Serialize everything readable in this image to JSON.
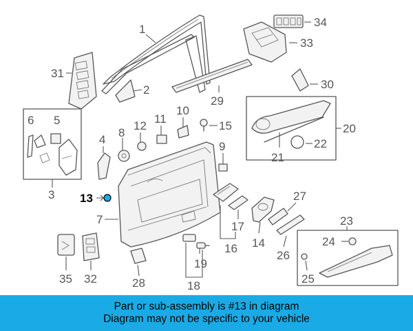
{
  "callouts": {
    "c1": "1",
    "c2": "2",
    "c3": "3",
    "c4": "4",
    "c5": "5",
    "c6": "6",
    "c7": "7",
    "c8": "8",
    "c9": "9",
    "c10": "10",
    "c11": "11",
    "c12": "12",
    "c13": "13",
    "c14": "14",
    "c15": "15",
    "c16": "16",
    "c17": "17",
    "c18": "18",
    "c19": "19",
    "c20": "20",
    "c21": "21",
    "c22": "22",
    "c23": "23",
    "c24": "24",
    "c25": "25",
    "c26": "26",
    "c27": "27",
    "c28": "28",
    "c29": "29",
    "c30": "30",
    "c31": "31",
    "c32": "32",
    "c33": "33",
    "c34": "34",
    "c35": "35"
  },
  "highlight": {
    "part_number": "13",
    "color": "#1aabe6"
  },
  "banner": {
    "line1": "Part or sub-assembly is #13 in diagram",
    "line2": "Diagram may not be specific to your vehicle",
    "background": "#1aabe6"
  }
}
